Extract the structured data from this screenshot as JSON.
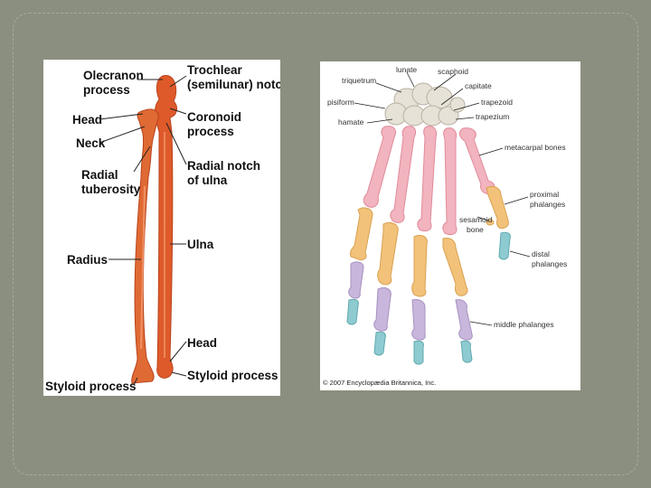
{
  "colors": {
    "background": "#8b8f7f",
    "bone_forearm": "#d9552a",
    "carpal": "#e7e2d8",
    "metacarpal": "#f2b4bf",
    "proximal_phalanx": "#f2c27a",
    "middle_phalanx": "#c9b6dc",
    "distal_phalanx": "#8ecbd0"
  },
  "forearm": {
    "labels": {
      "olecranon_1": "Olecranon",
      "olecranon_2": "process",
      "trochlear_1": "Trochlear",
      "trochlear_2": "(semilunar) notch",
      "head_top": "Head",
      "coronoid_1": "Coronoid",
      "coronoid_2": "process",
      "neck": "Neck",
      "radial_notch_1": "Radial notch",
      "radial_notch_2": "of ulna",
      "radial_tub_1": "Radial",
      "radial_tub_2": "tuberosity",
      "ulna": "Ulna",
      "radius": "Radius",
      "head_bottom": "Head",
      "styloid_left": "Styloid process",
      "styloid_right": "Styloid process"
    }
  },
  "hand": {
    "labels": {
      "lunate": "lunate",
      "scaphoid": "scaphoid",
      "triquetrum": "triquetrum",
      "capitate": "capitate",
      "pisiform": "pisiform",
      "trapezoid": "trapezoid",
      "hamate": "hamate",
      "trapezium": "trapezium",
      "metacarpal": "metacarpal bones",
      "proximal_1": "proximal",
      "proximal_2": "phalanges",
      "sesamoid_1": "sesamoid",
      "sesamoid_2": "bone",
      "distal_1": "distal",
      "distal_2": "phalanges",
      "middle": "middle phalanges"
    },
    "copyright": "© 2007 Encyclopædia Britannica, Inc."
  }
}
